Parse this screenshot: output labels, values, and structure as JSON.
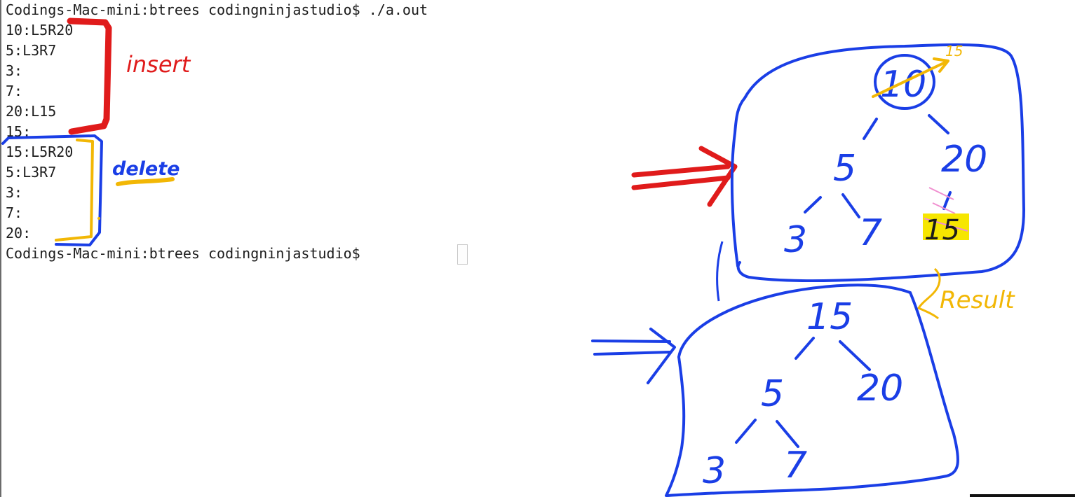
{
  "terminal": {
    "lines": [
      "Codings-Mac-mini:btrees codingninjastudio$ ./a.out",
      "10:L5R20",
      "5:L3R7",
      "3:",
      "7:",
      "20:L15",
      "15:",
      "15:L5R20",
      "5:L3R7",
      "3:",
      "7:",
      "20:",
      "Codings-Mac-mini:btrees codingninjastudio$ "
    ]
  },
  "annotations": {
    "insert_label": "insert",
    "delete_label": "delete",
    "result_label": "Result",
    "arrow_small_label": "15"
  },
  "tree_before": {
    "root": "10",
    "left": "5",
    "right": "20",
    "left_left": "3",
    "left_right": "7",
    "right_left": "15"
  },
  "tree_after": {
    "root": "15",
    "left": "5",
    "right": "20",
    "left_left": "3",
    "left_right": "7"
  },
  "colors": {
    "terminal_text": "#1c1c1c",
    "pen_red": "#e01b1b",
    "pen_blue": "#1a3ee6",
    "pen_yellow": "#f2b705",
    "highlight_yellow": "#f6e600",
    "pen_pink": "#f08fd0"
  }
}
